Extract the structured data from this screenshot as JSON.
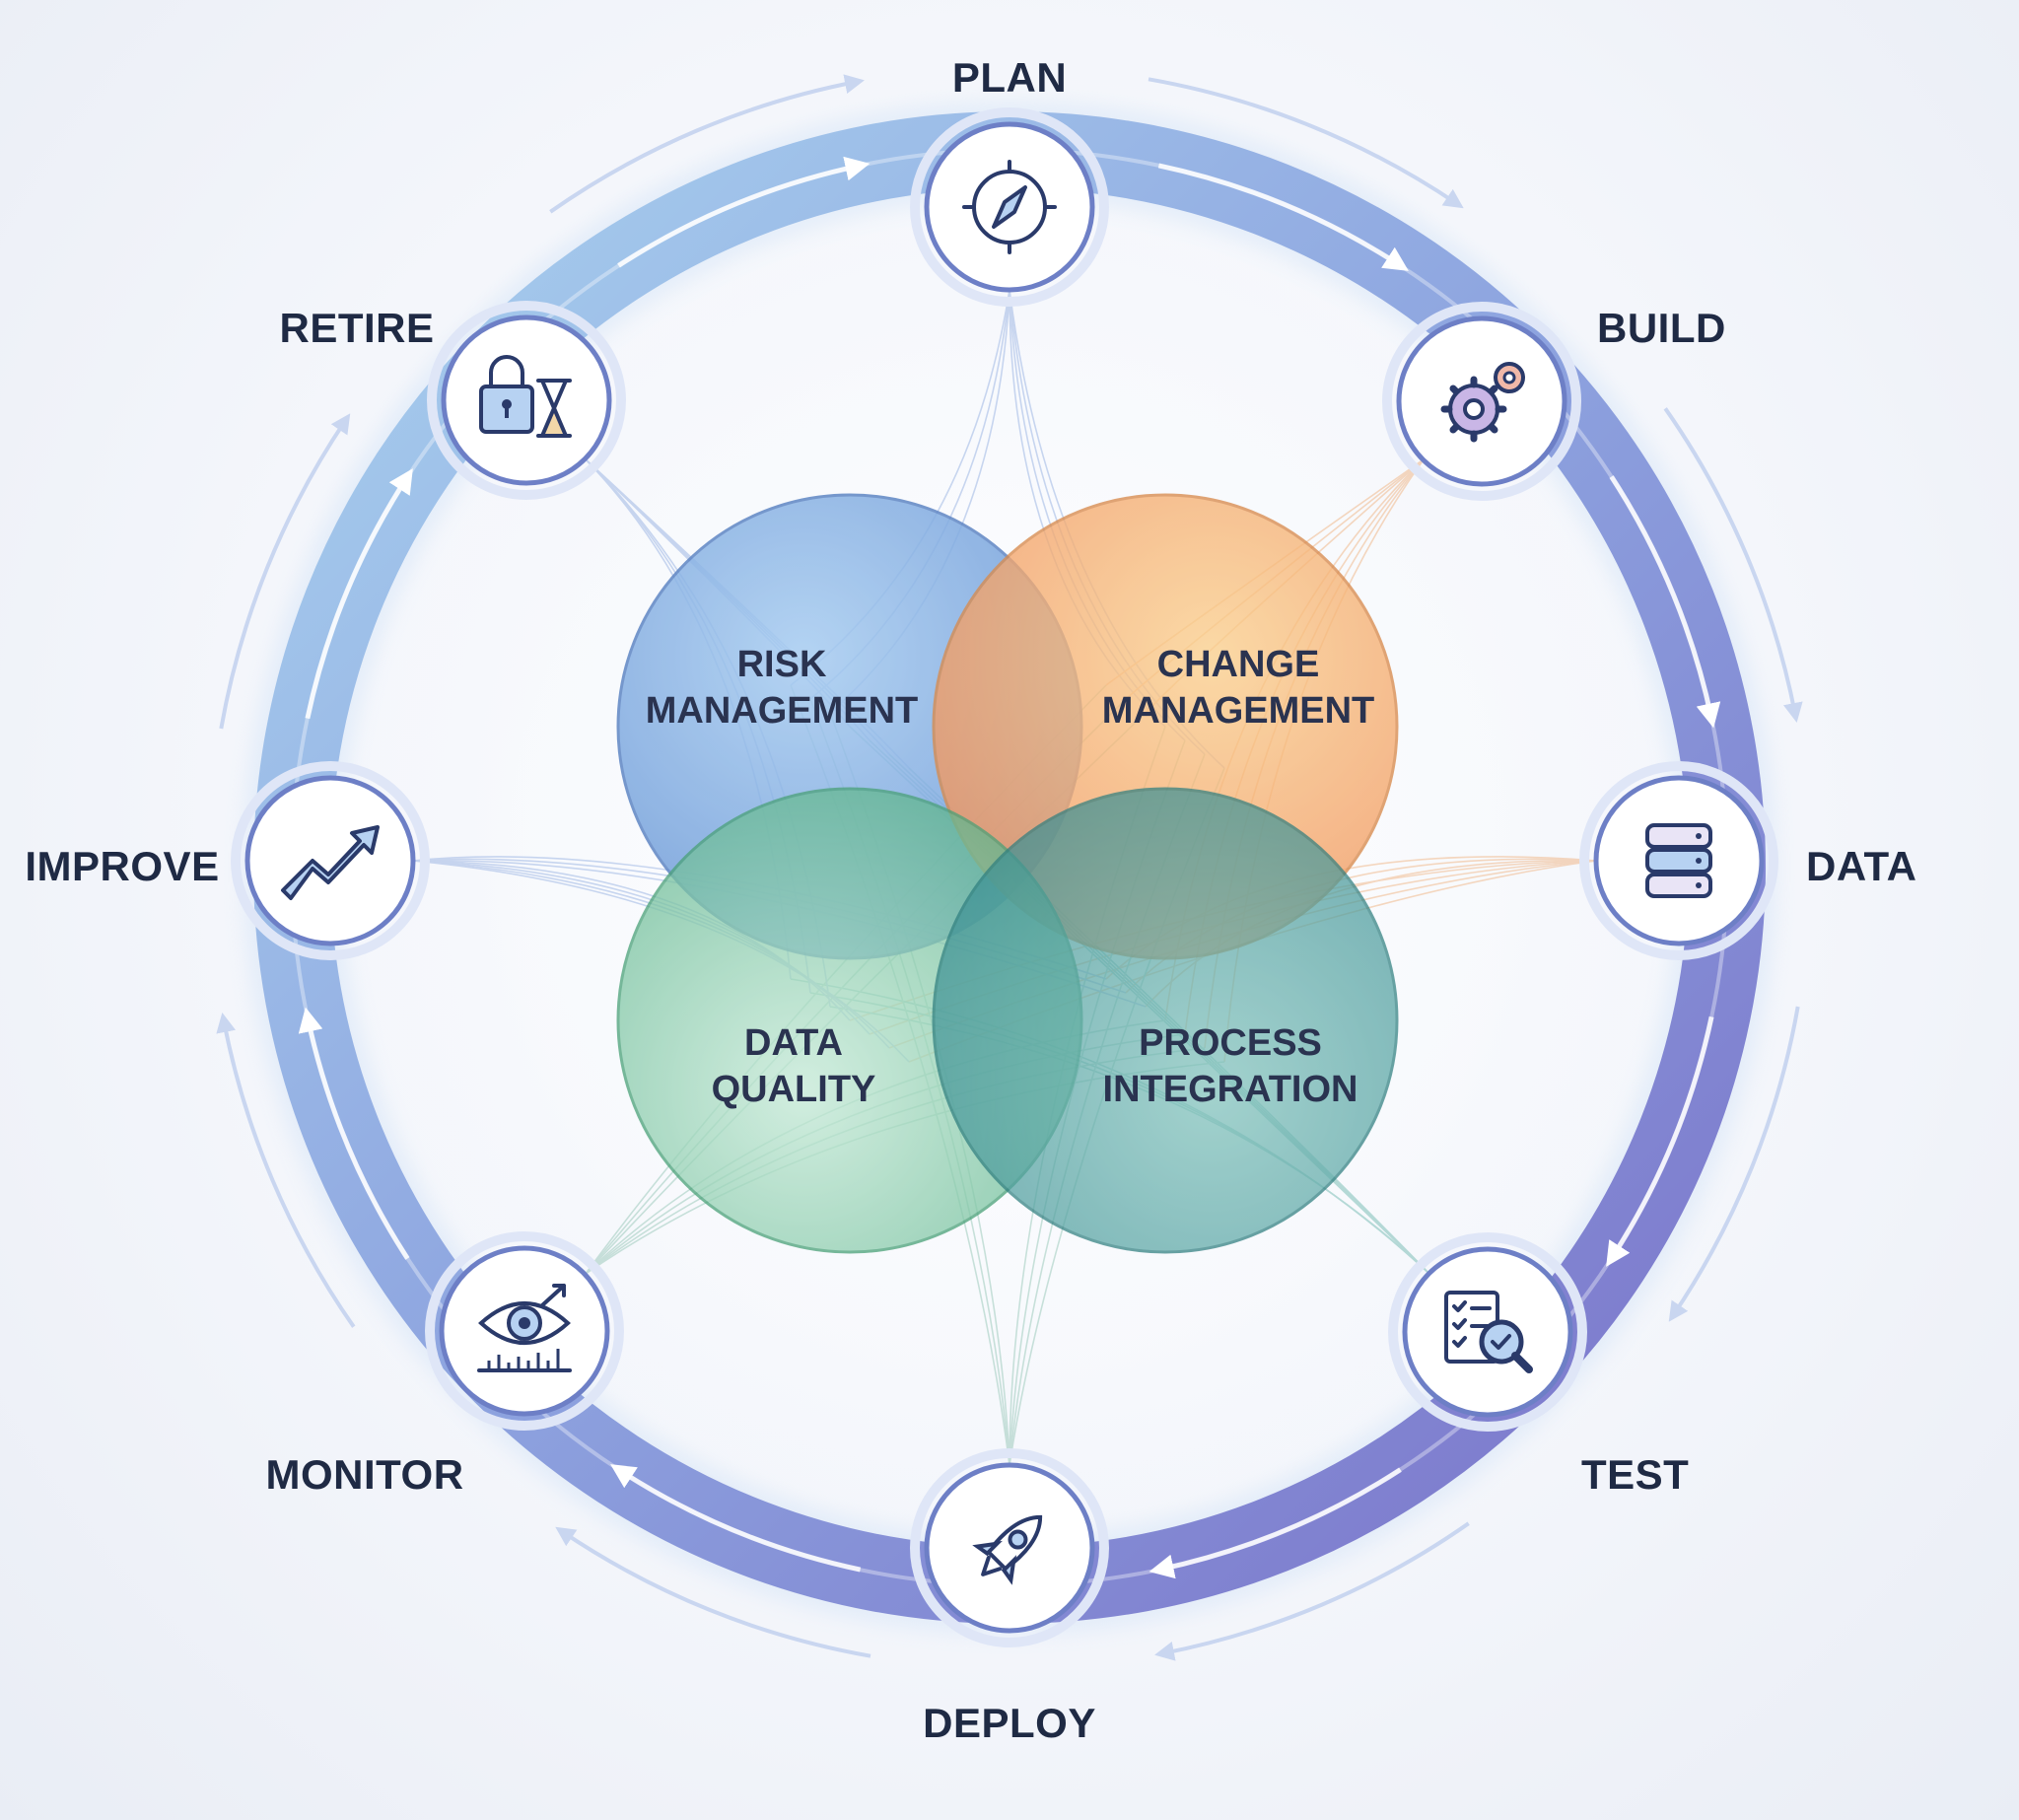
{
  "cycle": {
    "stages": [
      {
        "id": "plan",
        "label": "PLAN",
        "icon": "compass-icon"
      },
      {
        "id": "build",
        "label": "BUILD",
        "icon": "gears-icon"
      },
      {
        "id": "data",
        "label": "DATA",
        "icon": "database-icon"
      },
      {
        "id": "test",
        "label": "TEST",
        "icon": "checklist-magnifier-icon"
      },
      {
        "id": "deploy",
        "label": "DEPLOY",
        "icon": "rocket-icon"
      },
      {
        "id": "monitor",
        "label": "MONITOR",
        "icon": "eye-chart-icon"
      },
      {
        "id": "improve",
        "label": "IMPROVE",
        "icon": "trend-up-arrow-icon"
      },
      {
        "id": "retire",
        "label": "RETIRE",
        "icon": "lock-hourglass-icon"
      }
    ]
  },
  "venn": {
    "risk": {
      "line1": "RISK",
      "line2": "MANAGEMENT",
      "color": "#6fa3dc"
    },
    "change": {
      "line1": "CHANGE",
      "line2": "MANAGEMENT",
      "color": "#f2a35e"
    },
    "quality": {
      "line1": "DATA",
      "line2": "QUALITY",
      "color": "#7cc8a4"
    },
    "process": {
      "line1": "PROCESS",
      "line2": "INTEGRATION",
      "color": "#3f9e95"
    }
  },
  "colors": {
    "ring_start": "#9ac6ea",
    "ring_end": "#7b7fd0",
    "node_border": "#6d7fc6",
    "label_text": "#1f2a44"
  }
}
